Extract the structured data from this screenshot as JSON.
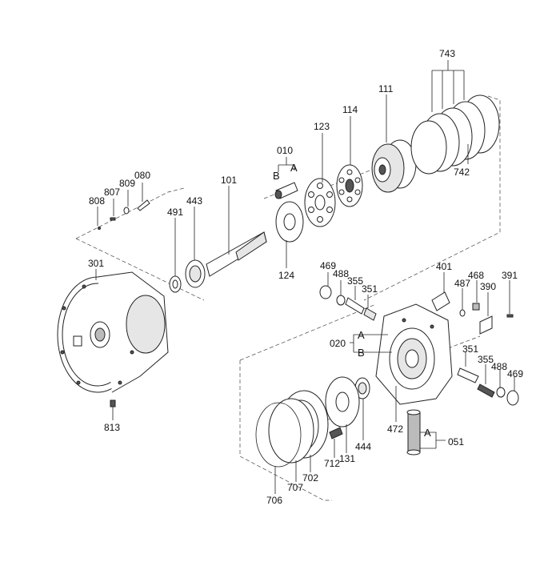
{
  "labels": {
    "p743": "743",
    "p111": "111",
    "p114": "114",
    "p123": "123",
    "p010": "010",
    "p010a": "A",
    "p010b": "B",
    "p080": "080",
    "p809": "809",
    "p807": "807",
    "p808": "808",
    "p101": "101",
    "p443": "443",
    "p491": "491",
    "p742": "742",
    "p124": "124",
    "p301": "301",
    "p813": "813",
    "p469a": "469",
    "p488a": "488",
    "p355a": "355",
    "p351a": "351",
    "p401": "401",
    "p468": "468",
    "p487": "487",
    "p390": "390",
    "p391": "391",
    "p020": "020",
    "p020a": "A",
    "p020b": "B",
    "p351b": "351",
    "p355b": "355",
    "p488b": "488",
    "p469b": "469",
    "p472": "472",
    "p051": "051",
    "p051a": "A",
    "p444": "444",
    "p131": "131",
    "p712": "712",
    "p702": "702",
    "p707": "707",
    "p706": "706"
  },
  "colors": {
    "line": "#222222",
    "background": "#ffffff"
  }
}
